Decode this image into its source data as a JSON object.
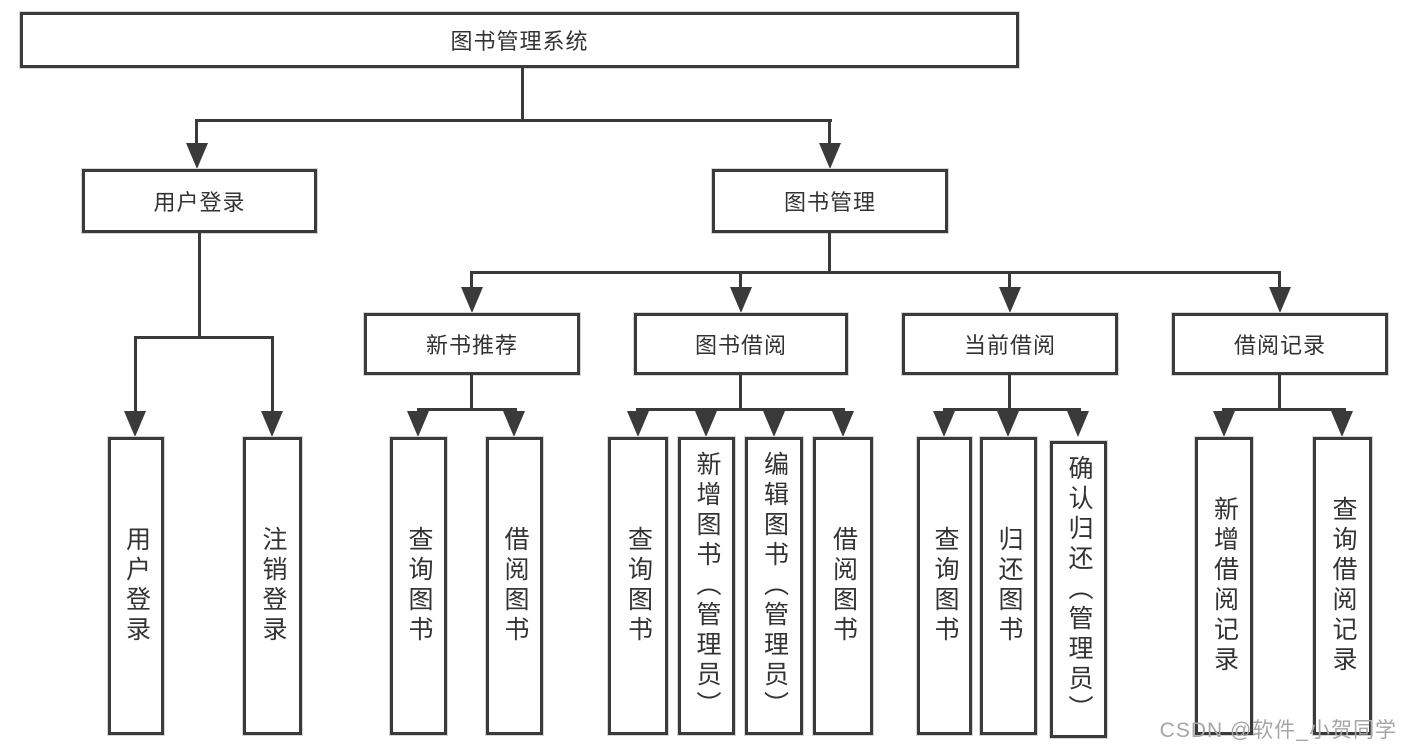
{
  "diagram": {
    "root": {
      "label": "图书管理系统",
      "children": [
        {
          "label": "用户登录",
          "children": [
            {
              "label": "用户登录"
            },
            {
              "label": "注销登录"
            }
          ]
        },
        {
          "label": "图书管理",
          "children": [
            {
              "label": "新书推荐",
              "children": [
                {
                  "label": "查询图书"
                },
                {
                  "label": "借阅图书"
                }
              ]
            },
            {
              "label": "图书借阅",
              "children": [
                {
                  "label": "查询图书"
                },
                {
                  "label": "新增图书（管理员）"
                },
                {
                  "label": "编辑图书（管理员）"
                },
                {
                  "label": "借阅图书"
                }
              ]
            },
            {
              "label": "当前借阅",
              "children": [
                {
                  "label": "查询图书"
                },
                {
                  "label": "归还图书"
                },
                {
                  "label": "确认归还（管理员）"
                }
              ]
            },
            {
              "label": "借阅记录",
              "children": [
                {
                  "label": "新增借阅记录"
                },
                {
                  "label": "查询借阅记录"
                }
              ]
            }
          ]
        }
      ]
    }
  },
  "watermark": {
    "text": "CSDN @软件_小贺同学"
  },
  "colors": {
    "line": "#3a3a3a",
    "text": "#333333",
    "watermark": "#a6a6a6",
    "background": "#ffffff"
  }
}
